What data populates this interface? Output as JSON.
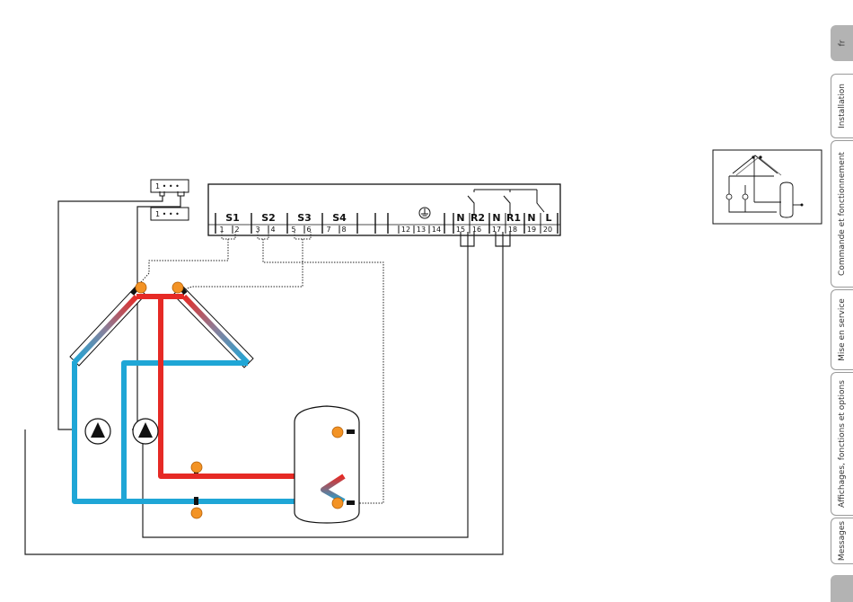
{
  "diagram": {
    "terminal_groups": [
      {
        "label": "S1",
        "terminals": [
          "1",
          "2"
        ]
      },
      {
        "label": "S2",
        "terminals": [
          "3",
          "4"
        ]
      },
      {
        "label": "S3",
        "terminals": [
          "5",
          "6"
        ]
      },
      {
        "label": "S4",
        "terminals": [
          "7",
          "8"
        ]
      }
    ],
    "extra_terminals": [
      "12",
      "13",
      "14"
    ],
    "relay_groups": [
      {
        "labels": [
          "N",
          "R2"
        ],
        "terminals": [
          "15",
          "16"
        ]
      },
      {
        "labels": [
          "N",
          "R1"
        ],
        "terminals": [
          "17",
          "18"
        ]
      },
      {
        "labels": [
          "N",
          "L"
        ],
        "terminals": [
          "19",
          "20"
        ]
      }
    ],
    "pwm_connector_label": "1 • • •",
    "colors": {
      "hot_pipe": "#e62a25",
      "cold_pipe": "#1fa6d6",
      "sensor": "#f39325",
      "line": "#222222"
    }
  },
  "sidebar": {
    "language": "fr",
    "tabs": [
      "Installation",
      "Commande et fonctionnement",
      "Mise en service",
      "Affichages, fonctions et options",
      "Messages"
    ]
  }
}
